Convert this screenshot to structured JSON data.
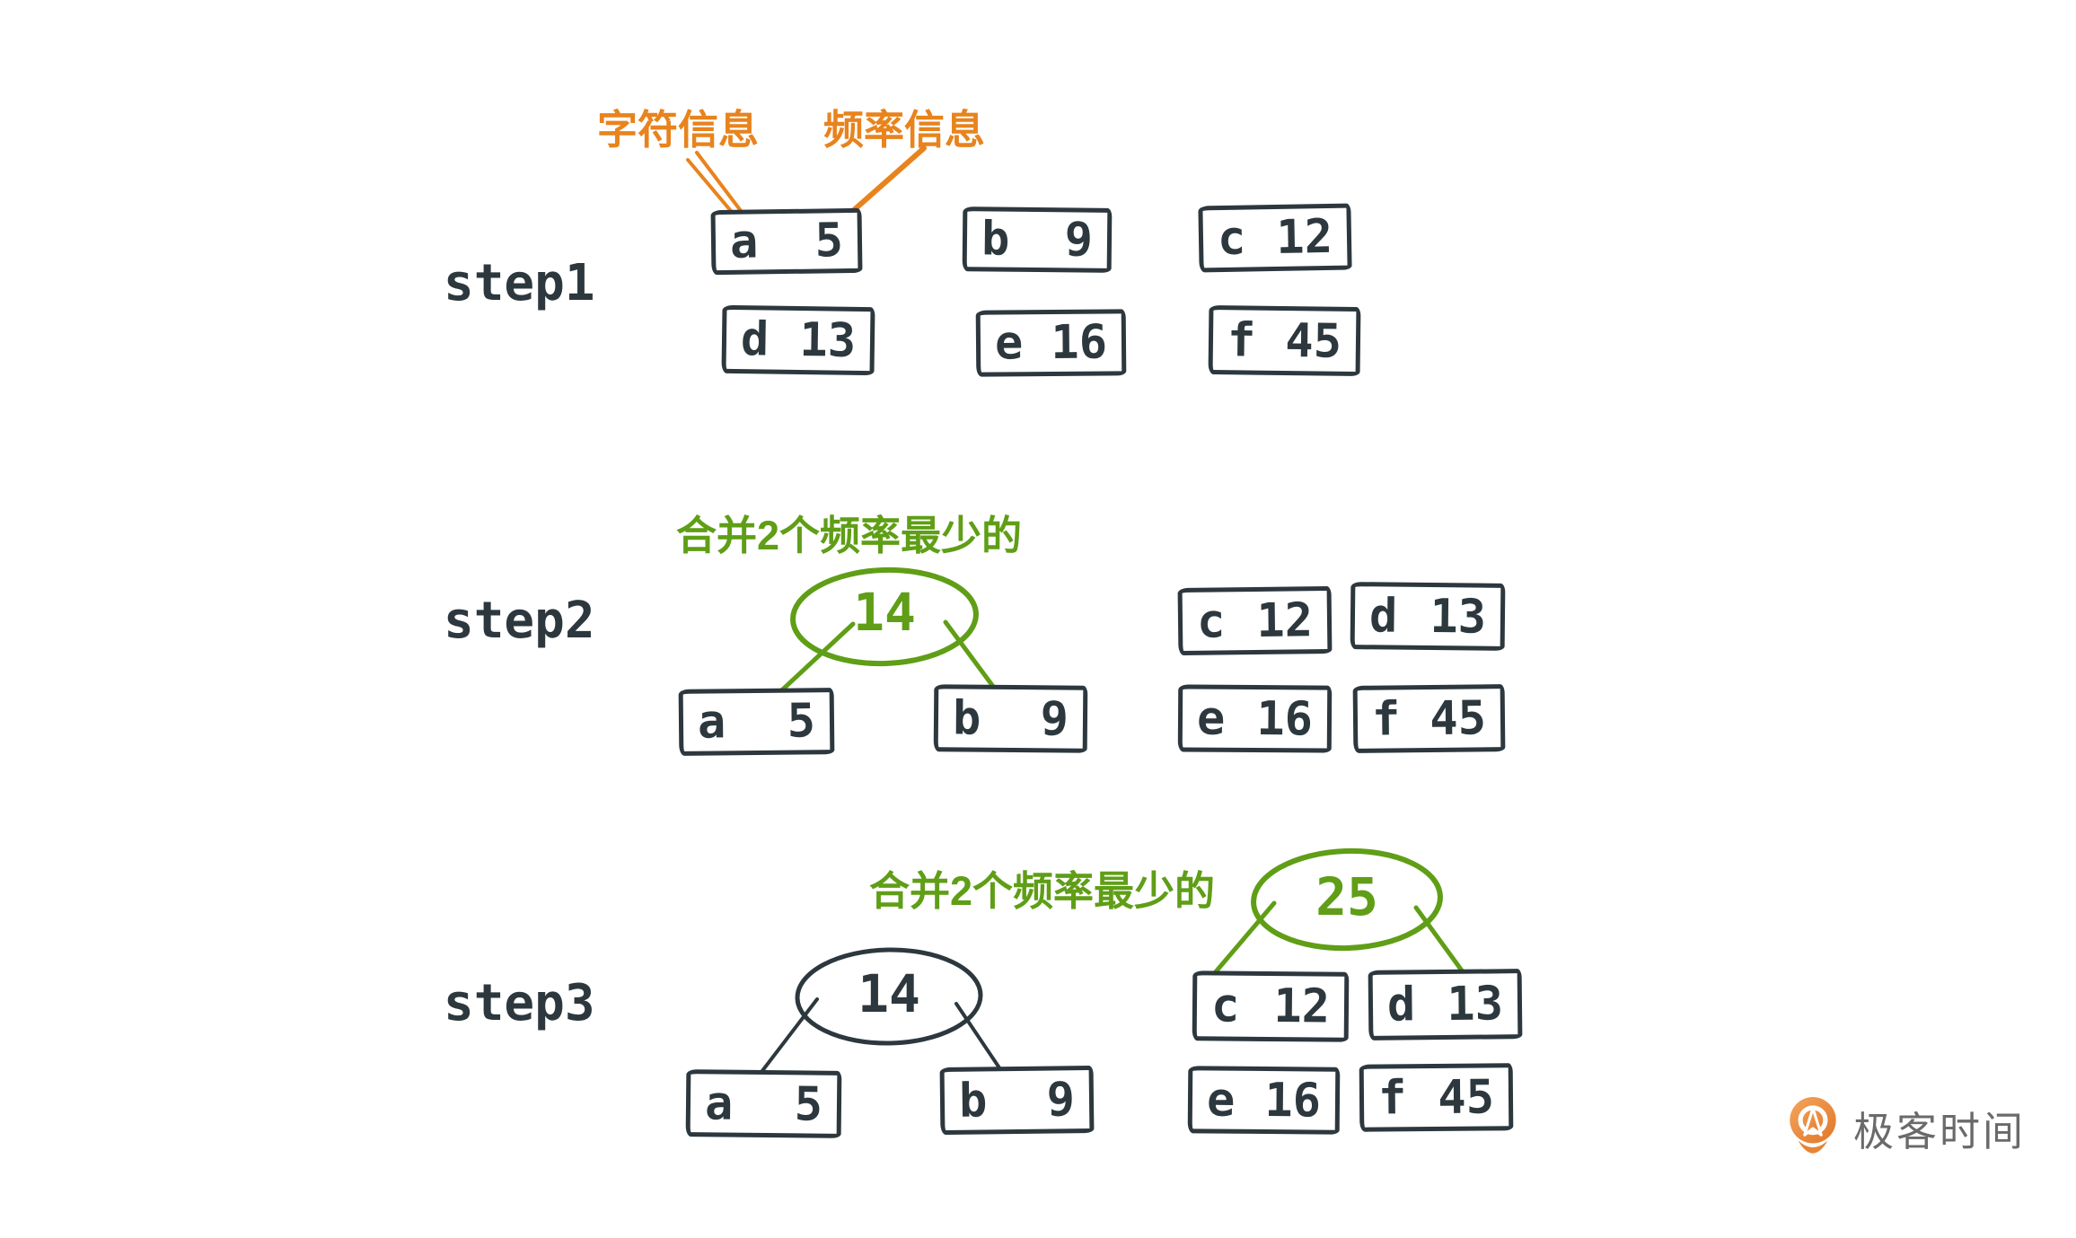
{
  "legend": {
    "char_label": "字符信息",
    "freq_label": "频率信息"
  },
  "colors": {
    "ink": "#2d383e",
    "orange": "#e8831d",
    "green": "#5f9e16",
    "logo_text": "#6a6a6a",
    "logo_orange": "#e87f2e",
    "background": "#ffffff"
  },
  "steps": {
    "step1": {
      "label": "step1",
      "nodes": {
        "a": {
          "char": "a",
          "freq": "5"
        },
        "b": {
          "char": "b",
          "freq": "9"
        },
        "c": {
          "char": "c",
          "freq": "12"
        },
        "d": {
          "char": "d",
          "freq": "13"
        },
        "e": {
          "char": "e",
          "freq": "16"
        },
        "f": {
          "char": "f",
          "freq": "45"
        }
      }
    },
    "step2": {
      "label": "step2",
      "merge_hint": "合并2个频率最少的",
      "merged": {
        "value": "14",
        "children": [
          "a",
          "b"
        ]
      },
      "nodes": {
        "a": {
          "char": "a",
          "freq": "5"
        },
        "b": {
          "char": "b",
          "freq": "9"
        },
        "c": {
          "char": "c",
          "freq": "12"
        },
        "d": {
          "char": "d",
          "freq": "13"
        },
        "e": {
          "char": "e",
          "freq": "16"
        },
        "f": {
          "char": "f",
          "freq": "45"
        }
      }
    },
    "step3": {
      "label": "step3",
      "merge_hint": "合并2个频率最少的",
      "merged14": {
        "value": "14",
        "children": [
          "a",
          "b"
        ]
      },
      "merged25": {
        "value": "25",
        "children": [
          "c",
          "d"
        ]
      },
      "nodes": {
        "a": {
          "char": "a",
          "freq": "5"
        },
        "b": {
          "char": "b",
          "freq": "9"
        },
        "c": {
          "char": "c",
          "freq": "12"
        },
        "d": {
          "char": "d",
          "freq": "13"
        },
        "e": {
          "char": "e",
          "freq": "16"
        },
        "f": {
          "char": "f",
          "freq": "45"
        }
      }
    }
  },
  "logo": {
    "text": "极客时间"
  }
}
